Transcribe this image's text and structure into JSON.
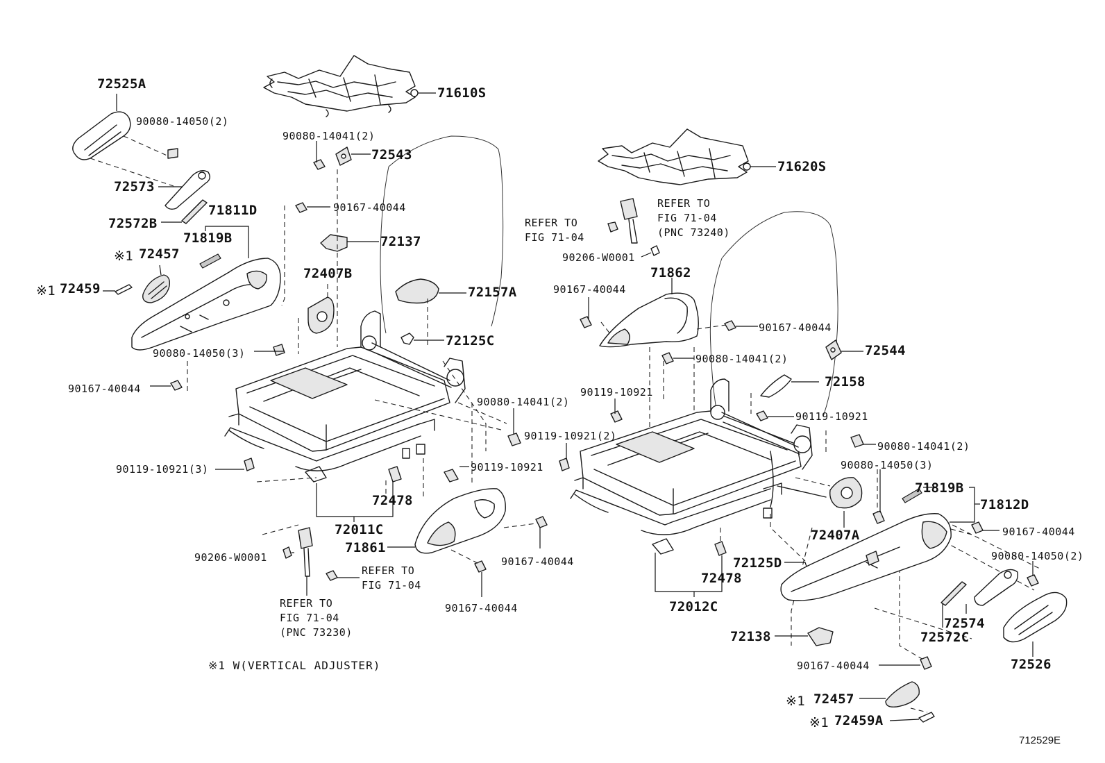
{
  "labels": {
    "p71610S": "71610S",
    "p72525A": "72525A",
    "p90080_14050_2_left": "90080-14050(2)",
    "p90080_14041_2_top": "90080-14041(2)",
    "p72543": "72543",
    "p72573": "72573",
    "p90167_40044_a": "90167-40044",
    "p72572B": "72572B",
    "p71811D": "71811D",
    "p71819B_left": "71819B",
    "p72137": "72137",
    "p72457_left": "72457",
    "p72457_left_mark": "※1",
    "p72459": "72459",
    "p72459_mark": "※1",
    "p72407B": "72407B",
    "p72157A": "72157A",
    "p72125C": "72125C",
    "p90080_14050_3_left": "90080-14050(3)",
    "p90167_40044_b": "90167-40044",
    "p90080_14041_2_mid": "90080-14041(2)",
    "p90119_10921_2_mid": "90119-10921(2)",
    "p90119_10921_3": "90119-10921(3)",
    "p90119_10921_a": "90119-10921",
    "p72478_left": "72478",
    "p72011C": "72011C",
    "p71861": "71861",
    "p90167_40044_c": "90167-40044",
    "p90206_W0001_left": "90206-W0001",
    "refer_left_a_1": "REFER TO",
    "refer_left_a_2": "FIG 71-04",
    "p90167_40044_d": "90167-40044",
    "refer_left_b_1": "REFER TO",
    "refer_left_b_2": "FIG 71-04",
    "refer_left_b_3": "(PNC 73230)",
    "p71620S": "71620S",
    "refer_right_a_1": "REFER TO",
    "refer_right_a_2": "FIG 71-04",
    "refer_right_b_1": "REFER TO",
    "refer_right_b_2": "FIG 71-04",
    "refer_right_b_3": "(PNC 73240)",
    "p90206_W0001_right": "90206-W0001",
    "p71862": "71862",
    "p90167_40044_e": "90167-40044",
    "p90167_40044_f": "90167-40044",
    "p72544": "72544",
    "p90080_14041_2_right": "90080-14041(2)",
    "p72158": "72158",
    "p90119_10921_b": "90119-10921",
    "p90119_10921_c": "90119-10921",
    "p90080_14041_2_far": "90080-14041(2)",
    "p90080_14050_3_right": "90080-14050(3)",
    "p71819B_right": "71819B",
    "p71812D": "71812D",
    "p72407A": "72407A",
    "p90167_40044_g": "90167-40044",
    "p72125D": "72125D",
    "p72478_right": "72478",
    "p90080_14050_2_right": "90080-14050(2)",
    "p72012C": "72012C",
    "p72574": "72574",
    "p72572C": "72572C",
    "p72138": "72138",
    "p72526": "72526",
    "p90167_40044_h": "90167-40044",
    "p72457_right": "72457",
    "p72457_right_mark": "※1",
    "p72459A": "72459A",
    "p72459A_mark": "※1",
    "footnote": "※1  W(VERTICAL ADJUSTER)",
    "figure_number": "712529E"
  }
}
